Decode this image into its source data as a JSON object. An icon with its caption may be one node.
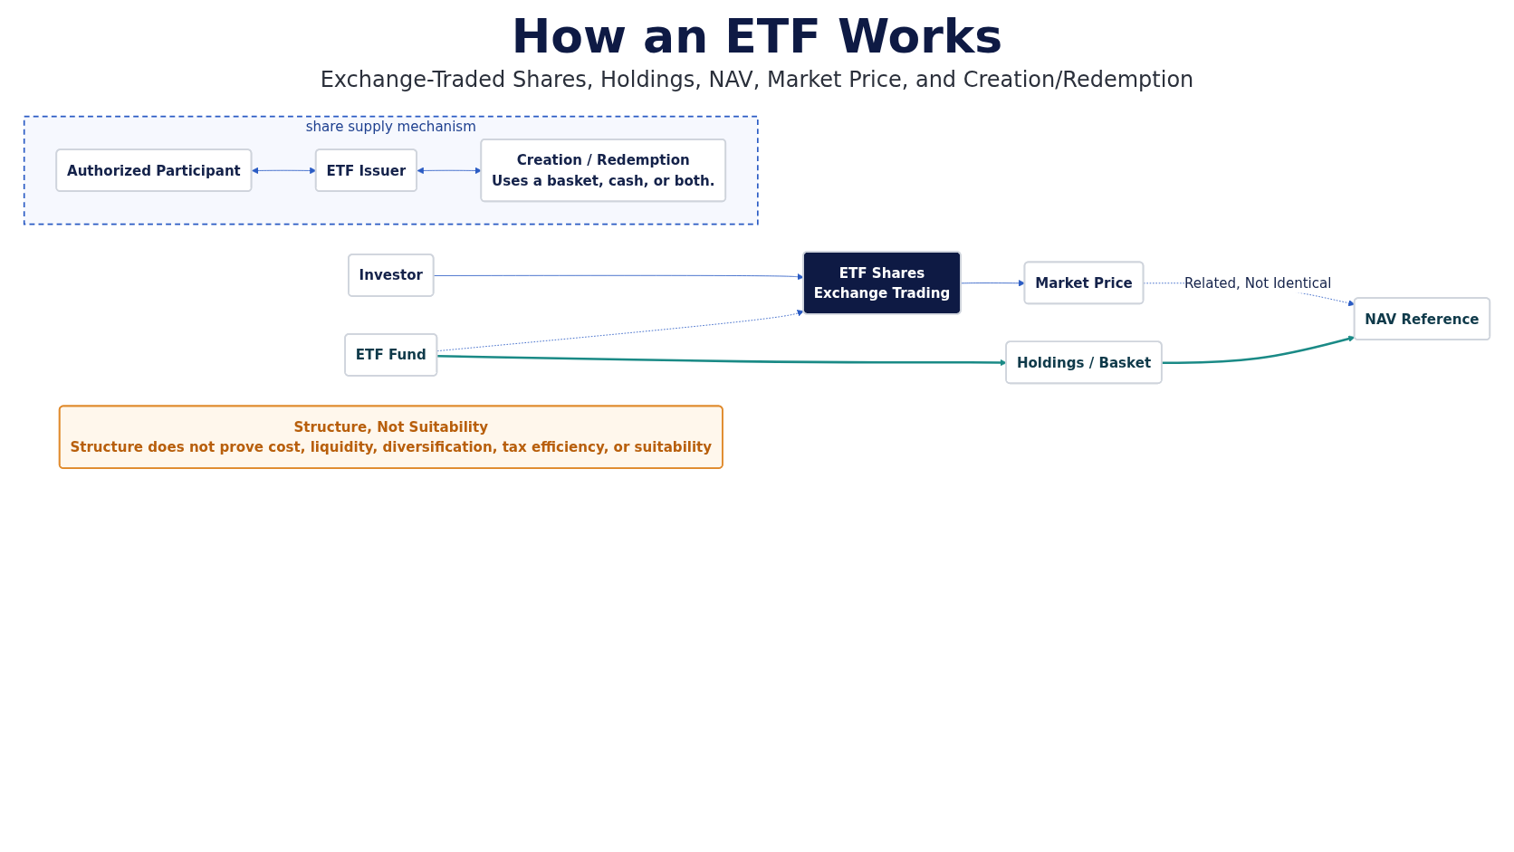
{
  "diagram": {
    "title": "How an ETF Works",
    "nodes": [
      {
        "text": [
          "Investor"
        ]
      },
      {
        "text": [
          "ETF Shares",
          "Exchange Trading"
        ]
      },
      {
        "text": [
          "Market Price"
        ]
      },
      {
        "text": [
          "ETF Fund"
        ]
      },
      {
        "text": [
          "Holdings / Basket"
        ]
      },
      {
        "text": [
          "NAV Reference"
        ]
      },
      {
        "text": [
          "share supply mechanism"
        ]
      },
      {
        "text": [
          "Authorized Participant"
        ],
        "in": 6
      },
      {
        "text": [
          "ETF Issuer"
        ],
        "in": 6
      },
      {
        "text": [
          "Creation / Redemption",
          "Uses a basket, cash, or both."
        ],
        "in": 6
      },
      {
        "text": [
          "Structure, Not Suitability",
          "Structure does not prove cost, liquidity, diversification, tax efficiency, or suitability"
        ]
      }
    ],
    "edges": [
      {
        "from": 0,
        "to": 1,
        "arrow": "to"
      },
      {
        "from": 1,
        "to": 2,
        "arrow": "to"
      },
      {
        "from": 3,
        "to": 1,
        "arrow": "to",
        "style": "dashed"
      },
      {
        "from": 2,
        "to": 5,
        "arrow": "to",
        "style": "dashed",
        "label": "Related, Not Identical"
      },
      {
        "from": 3,
        "to": 4,
        "arrow": "to",
        "color": "#1a8a86"
      },
      {
        "from": 4,
        "to": 5,
        "arrow": "to",
        "color": "#1a8a86"
      },
      {
        "from": 7,
        "to": 8,
        "arrow": "both"
      },
      {
        "from": 8,
        "to": 9,
        "arrow": "both"
      }
    ],
    "labels": [
      "Exchange-Traded Shares, Holdings, NAV, Market Price, and Creation/Redemption"
    ]
  }
}
